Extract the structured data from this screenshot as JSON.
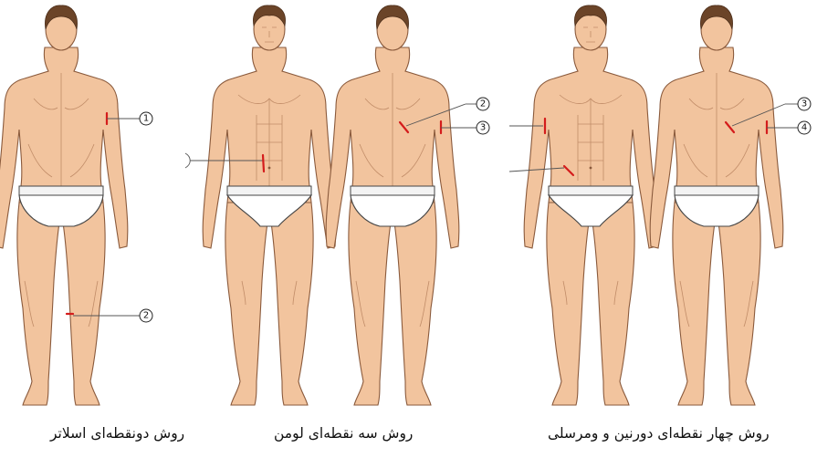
{
  "captions": {
    "slater": "روش دونقطه‌ای اسلاتر",
    "lohman": "روش سه نقطه‌ای لومن",
    "durnin": "روش چهار نقطه‌ای دورنین و ومرسلی"
  },
  "slater_points": {
    "p1": "1",
    "p2": "2"
  },
  "lohman_points": {
    "p2": "2",
    "p3": "3"
  },
  "durnin_points": {
    "p3": "3",
    "p4": "4"
  },
  "colors": {
    "site_marker": "#d41c1c",
    "skin": "#f2c49e",
    "hair": "#6b4428"
  }
}
